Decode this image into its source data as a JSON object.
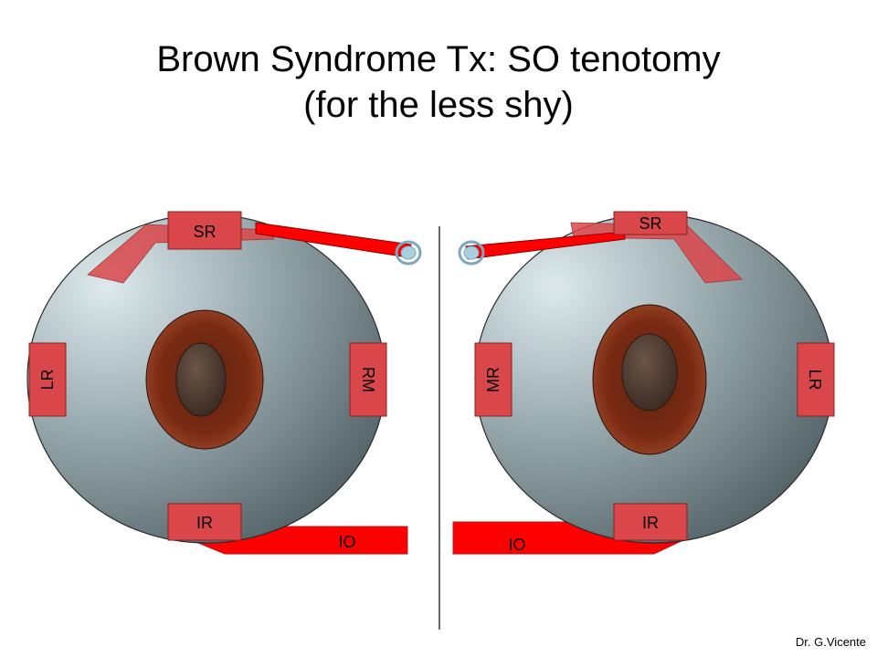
{
  "title": {
    "line1": "Brown Syndrome Tx: SO tenotomy",
    "line2": "(for the less shy)"
  },
  "left_eye": {
    "top_muscle": "SR",
    "bottom_muscle": "IR",
    "left_muscle": "LR",
    "right_muscle": "RM",
    "oblique": "IO"
  },
  "right_eye": {
    "top_muscle": "SR",
    "bottom_muscle": "IR",
    "left_muscle": "MR",
    "right_muscle": "LR",
    "oblique": "IO"
  },
  "credit": "Dr. G.Vicente",
  "colors": {
    "muscle_fill": "#d9474a",
    "tendon_red": "#ff0000",
    "iris": "#7a2a12",
    "pupil": "#4a3a30",
    "trochlea": "#aacfe0"
  }
}
